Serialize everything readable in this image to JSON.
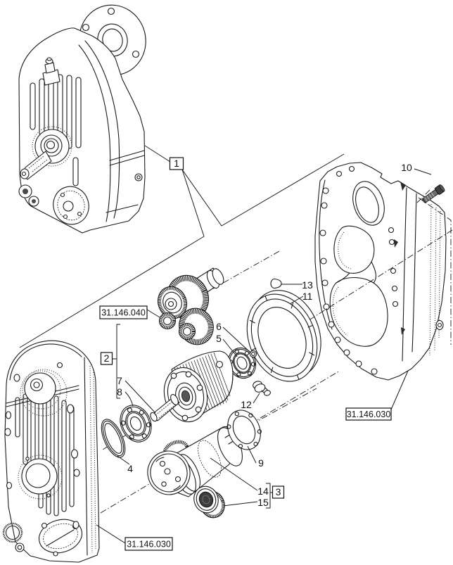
{
  "diagram": {
    "kind": "exploded-parts-diagram",
    "background": "#ffffff",
    "line_color": "#1a1a1a",
    "callouts": {
      "c1": "1",
      "c2": "2",
      "c3": "3",
      "c4": "4",
      "c5": "5",
      "c6": "6",
      "c7": "7",
      "c8": "8",
      "c9": "9",
      "c10": "10",
      "c11": "11",
      "c12": "12",
      "c13": "13",
      "c14": "14",
      "c15": "15"
    },
    "part_refs": {
      "gear_set_box": "31.146.040",
      "rear_housing_box": "31.146.030",
      "side_cover_box": "31.146.030"
    }
  }
}
